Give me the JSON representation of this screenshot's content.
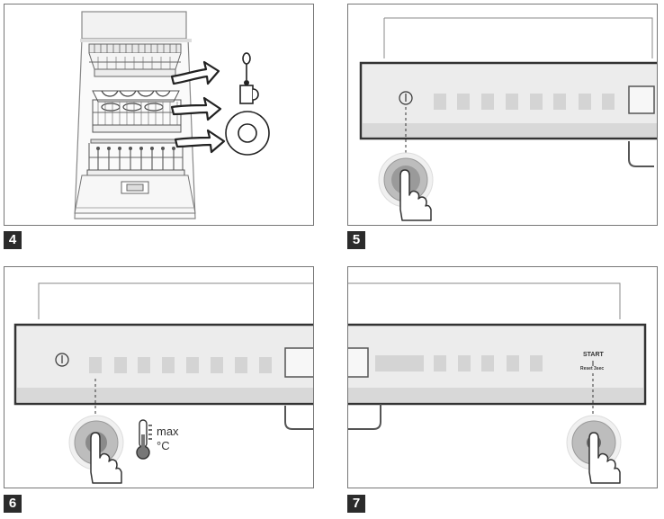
{
  "steps": [
    {
      "number": "4"
    },
    {
      "number": "5"
    },
    {
      "number": "6",
      "temp_label": "max",
      "temp_unit": "°C"
    },
    {
      "number": "7",
      "start_label": "START",
      "reset_label": "Reset 3sec"
    }
  ]
}
